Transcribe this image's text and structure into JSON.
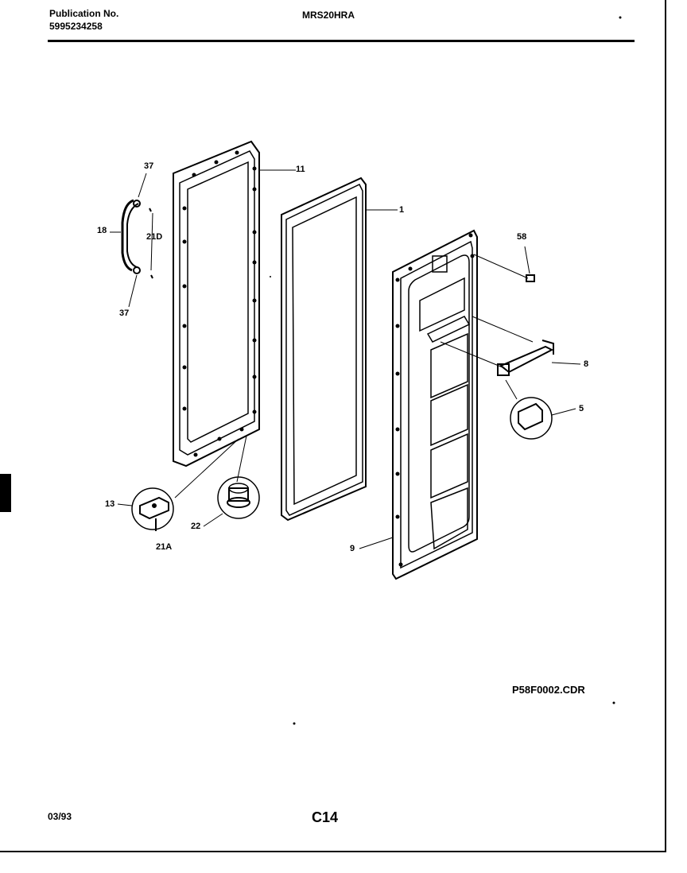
{
  "header": {
    "publication_label": "Publication No.",
    "publication_number": "5995234258",
    "model": "MRS20HRA"
  },
  "diagram": {
    "callouts": {
      "c37a": "37",
      "c11": "11",
      "c1": "1",
      "c18": "18",
      "c21d": "21D",
      "c58": "58",
      "c37b": "37",
      "c8": "8",
      "c5": "5",
      "c13": "13",
      "c22": "22",
      "c21a": "21A",
      "c9": "9"
    },
    "drawing_code": "P58F0002.CDR"
  },
  "footer": {
    "date": "03/93",
    "page": "C14"
  }
}
